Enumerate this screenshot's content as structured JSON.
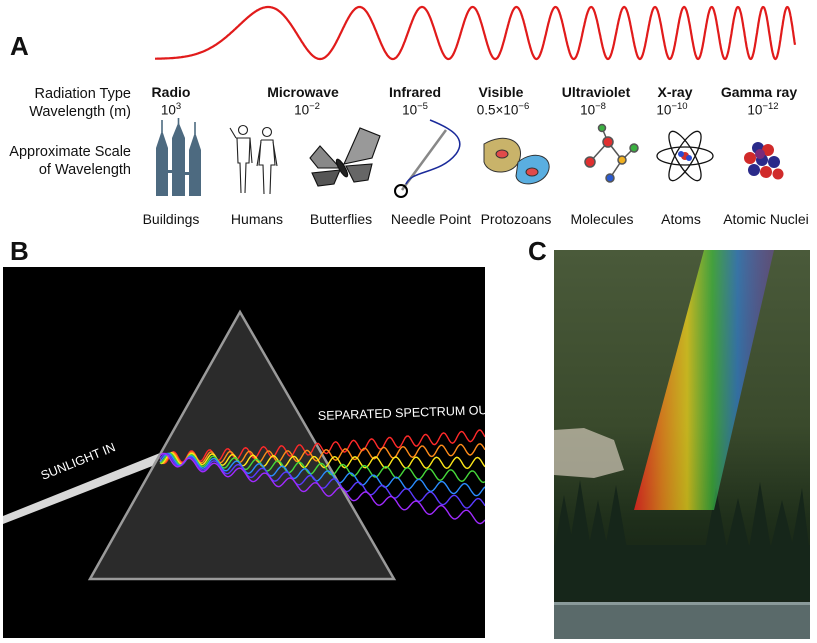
{
  "panels": {
    "a": "A",
    "b": "B",
    "c": "C"
  },
  "row_labels": {
    "type": "Radiation Type",
    "wavelength": "Wavelength (m)",
    "scale_line1": "Approximate Scale",
    "scale_line2": "of Wavelength"
  },
  "columns": [
    {
      "type": "Radio",
      "base": "10",
      "exp": "3",
      "scale": "Buildings",
      "icon": "buildings-icon"
    },
    {
      "type": "",
      "base": "",
      "exp": "",
      "scale": "Humans",
      "icon": "humans-icon"
    },
    {
      "type": "Microwave",
      "base": "10",
      "exp": "−2",
      "scale": "Butterflies",
      "icon": "butterfly-icon"
    },
    {
      "type": "Infrared",
      "base": "10",
      "exp": "−5",
      "scale": "Needle Point",
      "icon": "needle-icon"
    },
    {
      "type": "Visible",
      "base": "0.5×10",
      "exp": "−6",
      "scale": "Protozoans",
      "icon": "protozoan-icon"
    },
    {
      "type": "Ultraviolet",
      "base": "10",
      "exp": "−8",
      "scale": "Molecules",
      "icon": "molecule-icon"
    },
    {
      "type": "X-ray",
      "base": "10",
      "exp": "−10",
      "scale": "Atoms",
      "icon": "atom-icon"
    },
    {
      "type": "Gamma ray",
      "base": "10",
      "exp": "−12",
      "scale": "Atomic Nuclei",
      "icon": "nucleus-icon"
    }
  ],
  "prism": {
    "in_label": "SUNLIGHT IN",
    "out_label": "SEPARATED SPECTRUM OUT",
    "spectrum_colors": [
      "#ff2a2a",
      "#ff8c1a",
      "#ffe81a",
      "#46d93a",
      "#2a8cff",
      "#5a3aff",
      "#a02aff"
    ]
  },
  "colors": {
    "wave": "#e11b1b",
    "prism_bg": "#000000",
    "prism_body": "#2a2a2a"
  }
}
